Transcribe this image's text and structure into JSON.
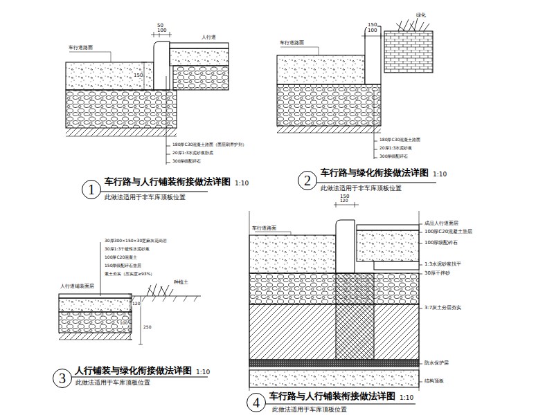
{
  "diagram": {
    "nodes": [
      {
        "text": [
          "1"
        ]
      },
      {
        "text": [
          "2"
        ]
      },
      {
        "text": [
          "3"
        ]
      },
      {
        "text": [
          "4"
        ]
      }
    ],
    "labels": [
      "车行路与人行铺装衔接做法详图",
      "1:10",
      "此做法适用于非车库顶板位置",
      "车行路与绿化衔接做法详图",
      "1:10",
      "此做法适用于非车库顶板位置",
      "人行铺装与绿化衔接做法详图",
      "1:10",
      "此做法适用于车库顶板位置",
      "车行路与人行铺装衔接做法详图",
      "1:10",
      "此做法适用于车库顶板位置",
      "50",
      "100",
      "车行道路面",
      "人行道",
      "150",
      "180厚C30混凝土路面（面层刷养护剂）",
      "20厚1:3水泥砂浆卧底",
      "300厚级配碎石",
      "150",
      "100",
      "车行道路面",
      "绿化",
      "180厚C30混凝土路面",
      "20厚1:3水泥砂浆",
      "300厚级配碎石",
      "30厚300×150×30芝麻灰花岗岩",
      "30厚1:3干硬性水泥砂浆",
      "100厚C20混凝土",
      "150厚级配碎石垫层",
      "素土夯实（压实度≥93%）",
      "人行道铺装面层",
      "种植土",
      "100",
      "120",
      "250",
      "车行道路面",
      "150",
      "120",
      "成品人行道面层",
      "100厚C20混凝土垫层",
      "100厚级配碎石",
      "1:3水泥砂浆找平",
      "30厚干拌砂",
      "3:7灰土分层夯实",
      "防水保护层",
      "结构顶板"
    ]
  }
}
